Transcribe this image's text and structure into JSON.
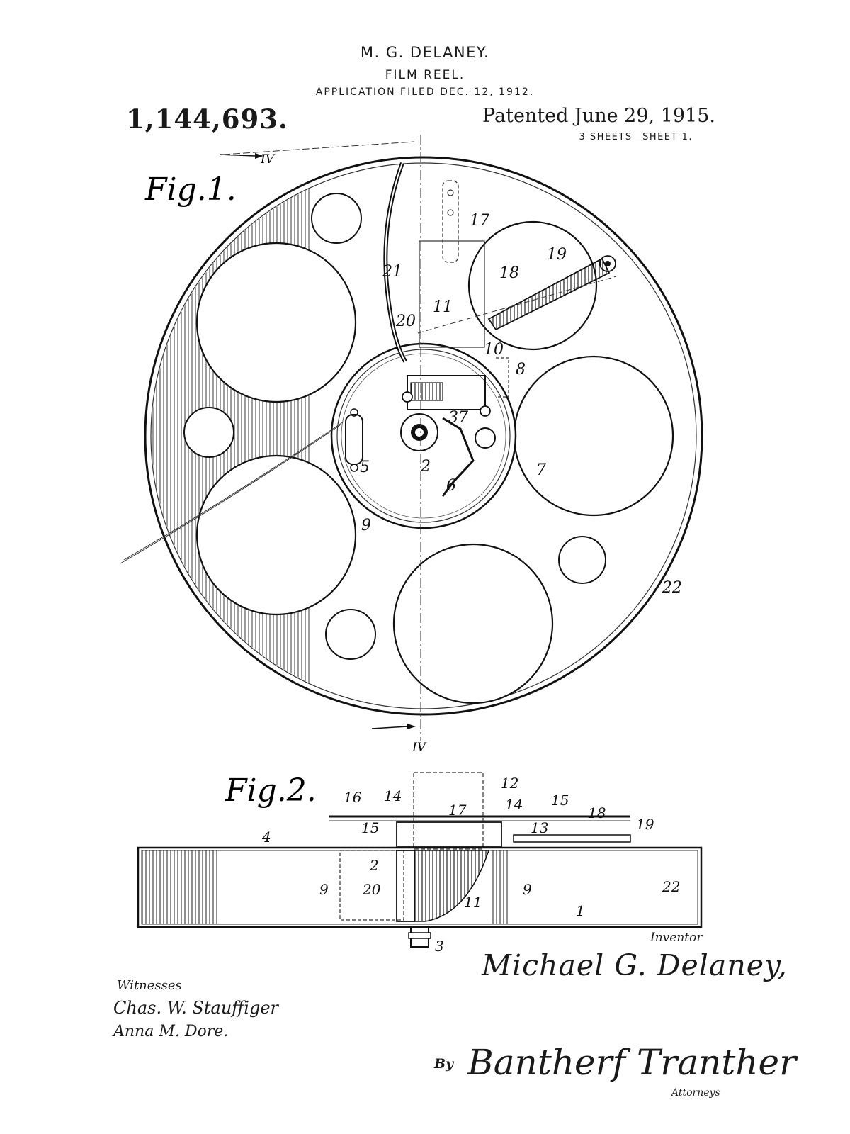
{
  "header": {
    "inventor": "M. G. DELANEY.",
    "title": "FILM REEL.",
    "filed": "APPLICATION FILED DEC. 12, 1912.",
    "patent_number": "1,144,693.",
    "patented": "Patented June 29, 1915.",
    "sheets": "3 SHEETS—SHEET 1."
  },
  "figures": {
    "fig1_label": "Fig.1.",
    "fig2_label": "Fig.2.",
    "section_mark": "IV"
  },
  "fig1_callouts": [
    "17",
    "19",
    "18",
    "21",
    "11",
    "20",
    "10",
    "8",
    "37",
    "5",
    "2",
    "6",
    "7",
    "9",
    "22"
  ],
  "fig2_callouts": [
    "16",
    "14",
    "17",
    "12",
    "14",
    "15",
    "18",
    "15",
    "13",
    "19",
    "4",
    "2",
    "9",
    "20",
    "11",
    "9",
    "22",
    "1",
    "3"
  ],
  "signatures": {
    "inventor_label": "Inventor",
    "inventor_signature": "Michael G. Delaney,",
    "witnesses_label": "Witnesses",
    "witness_1": "Chas. W. Stauffiger",
    "witness_2": "Anna M. Dore.",
    "by_label": "By",
    "attorney_signature": "Bantherf Tranther",
    "attorneys_label": "Attorneys"
  }
}
